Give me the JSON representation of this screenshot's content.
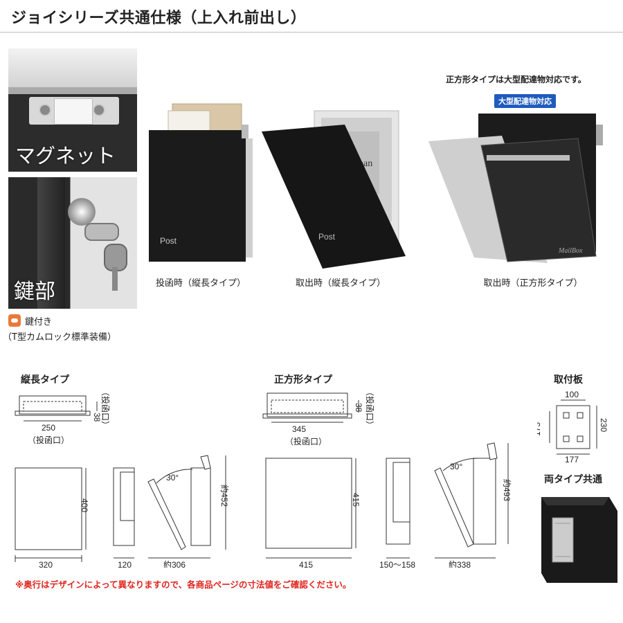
{
  "header": {
    "title": "ジョイシリーズ共通仕様（上入れ前出し）"
  },
  "photos": {
    "magnet_label": "マグネット",
    "key_label": "鍵部",
    "post_text": "Post",
    "paper_text": "pan",
    "mailbox_text": "MailBox"
  },
  "key_feature": {
    "label": "鍵付き",
    "sub": "（T型カムロック標準装備）"
  },
  "captions": {
    "insert_vertical": "投函時（縦長タイプ）",
    "retrieve_vertical": "取出時（縦長タイプ）",
    "retrieve_square": "取出時（正方形タイプ）"
  },
  "square_note": "正方形タイプは大型配達物対応です。",
  "badge": "大型配達物対応",
  "diagrams": {
    "vertical": {
      "title": "縦長タイプ",
      "slot_width": "250",
      "slot_label": "（投函口）",
      "slot_height": "38",
      "slot_height_label": "（投函口）",
      "front_width": "320",
      "front_height": "400",
      "side_depth": "120",
      "open_width": "約306",
      "open_height": "約452",
      "angle": "30°"
    },
    "square": {
      "title": "正方形タイプ",
      "slot_width": "345",
      "slot_label": "（投函口）",
      "slot_height": "38",
      "slot_height_label": "（投函口）",
      "front_width": "415",
      "front_height": "415",
      "side_depth": "150～158",
      "open_width": "約338",
      "open_height": "約493",
      "angle": "30°"
    },
    "plate": {
      "title": "取付板",
      "top": "100",
      "bottom": "177",
      "left": "175",
      "right": "230",
      "common_label": "両タイプ共通"
    }
  },
  "footer_note": "※奥行はデザインによって異なりますので、各商品ページの寸法値をご確認ください。",
  "colors": {
    "accent_red": "#e0241d",
    "badge_blue": "#1f5bbd",
    "key_icon": "#e8793a"
  }
}
